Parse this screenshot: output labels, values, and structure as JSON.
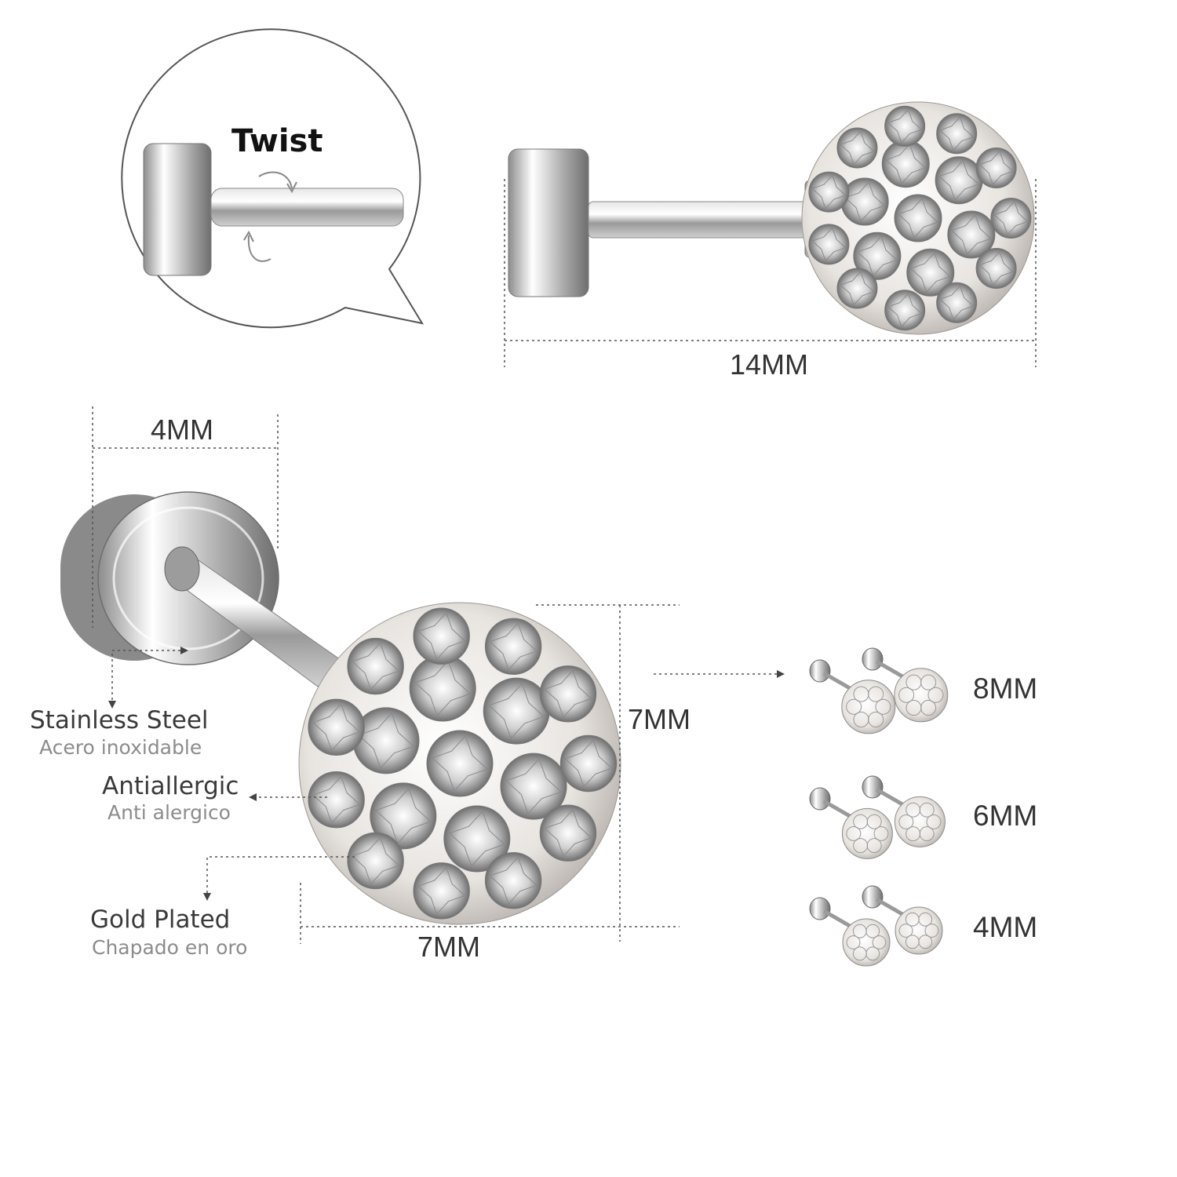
{
  "callout": {
    "label": "Twist"
  },
  "dimensions": {
    "total_length": "14MM",
    "back_diameter": "4MM",
    "ball_height": "7MM",
    "ball_width": "7MM"
  },
  "features": [
    {
      "title": "Stainless Steel",
      "subtitle": "Acero inoxidable"
    },
    {
      "title": "Antiallergic",
      "subtitle": "Anti alergico"
    },
    {
      "title": "Gold Plated",
      "subtitle": "Chapado en oro"
    }
  ],
  "sizes": [
    "8MM",
    "6MM",
    "4MM"
  ],
  "colors": {
    "steel_light": "#f2f2f2",
    "steel_dark": "#7a7a7a",
    "crystal": "#d9d9d9",
    "guide_line": "#555555"
  }
}
